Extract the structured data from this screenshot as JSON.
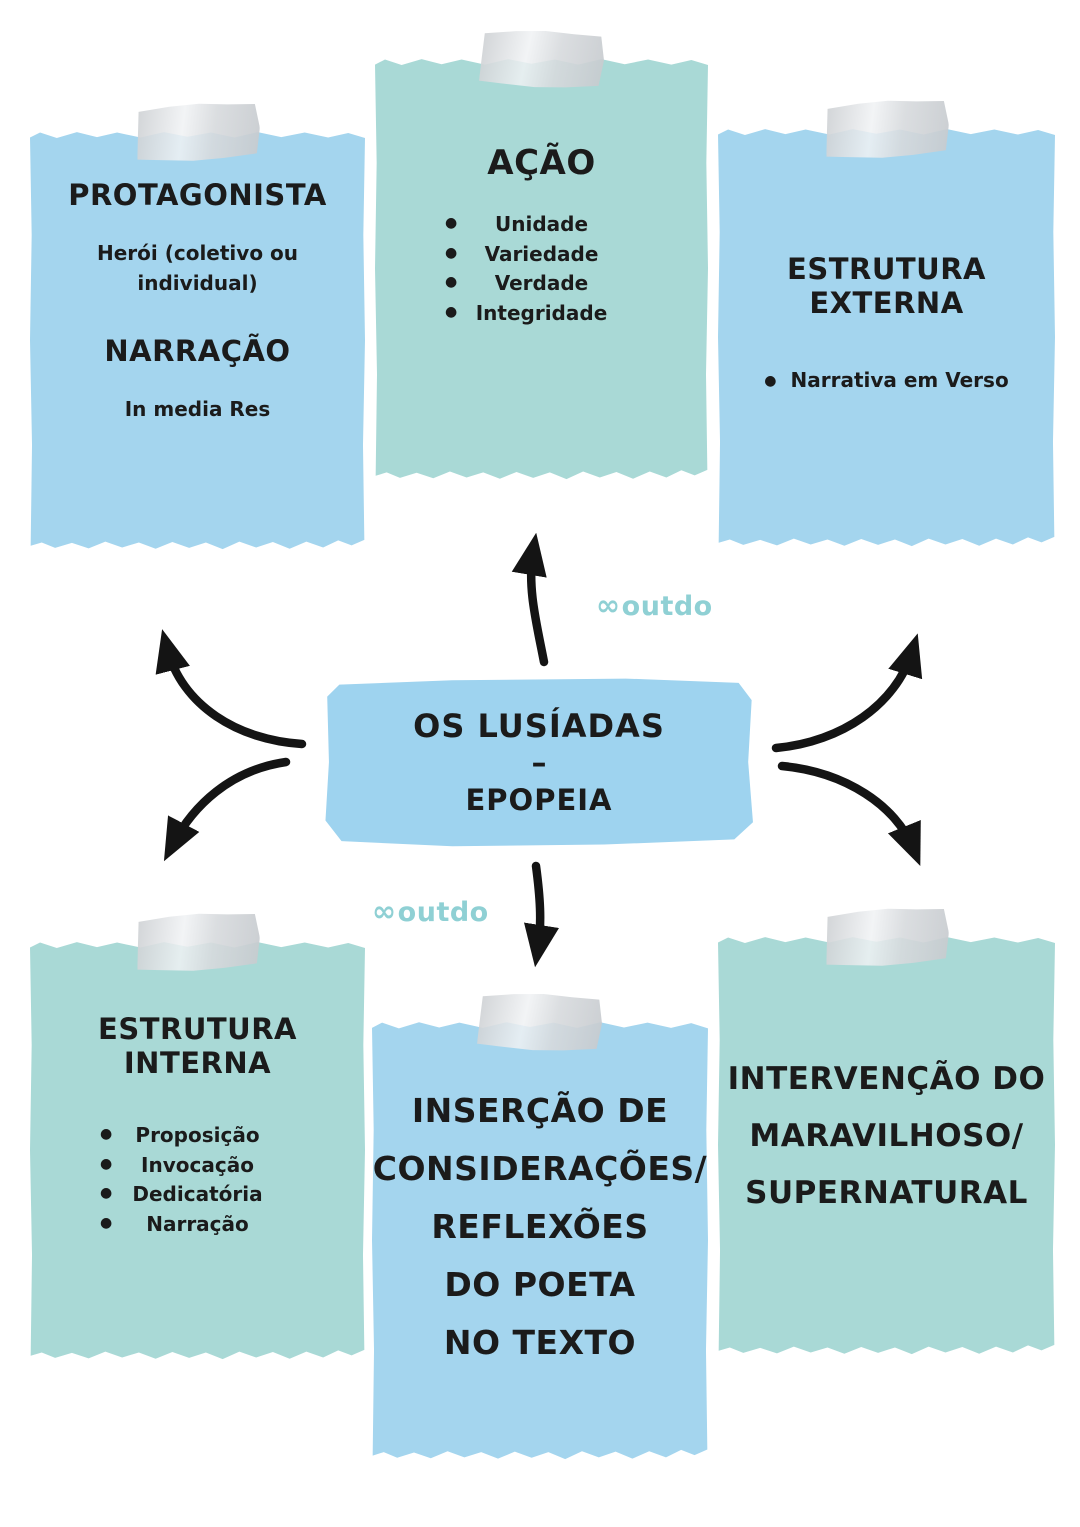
{
  "colors": {
    "light_blue": "#a4d5ee",
    "teal": "#a9d9d6",
    "banner_blue": "#9ed3ef",
    "arrow_black": "#141414",
    "watermark_teal": "#8fd0d4"
  },
  "center": {
    "line1": "OS LUSÍADAS",
    "separator": "–",
    "line2": "EPOPEIA"
  },
  "watermark": {
    "icon": "∞",
    "text": "outdo"
  },
  "ui": {
    "bullet": "●"
  },
  "cards": {
    "protagonista": {
      "heading": "PROTAGONISTA",
      "body": "Herói (coletivo ou individual)",
      "subheading": "NARRAÇÃO",
      "subbody": "In media Res"
    },
    "acao": {
      "heading": "AÇÃO",
      "items": [
        "Unidade",
        "Variedade",
        "Verdade",
        "Integridade"
      ]
    },
    "estrutura_externa": {
      "heading": "ESTRUTURA EXTERNA",
      "items": [
        "Narrativa em Verso"
      ]
    },
    "estrutura_interna": {
      "heading": "ESTRUTURA INTERNA",
      "items": [
        "Proposição",
        "Invocação",
        "Dedicatória",
        "Narração"
      ]
    },
    "insercao": {
      "lines": [
        "INSERÇÃO DE",
        "CONSIDERAÇÕES/",
        "REFLEXÕES",
        "DO POETA",
        "NO TEXTO"
      ]
    },
    "intervencao": {
      "lines": [
        "INTERVENÇÃO DO",
        "MARAVILHOSO/",
        "SUPERNATURAL"
      ]
    }
  }
}
